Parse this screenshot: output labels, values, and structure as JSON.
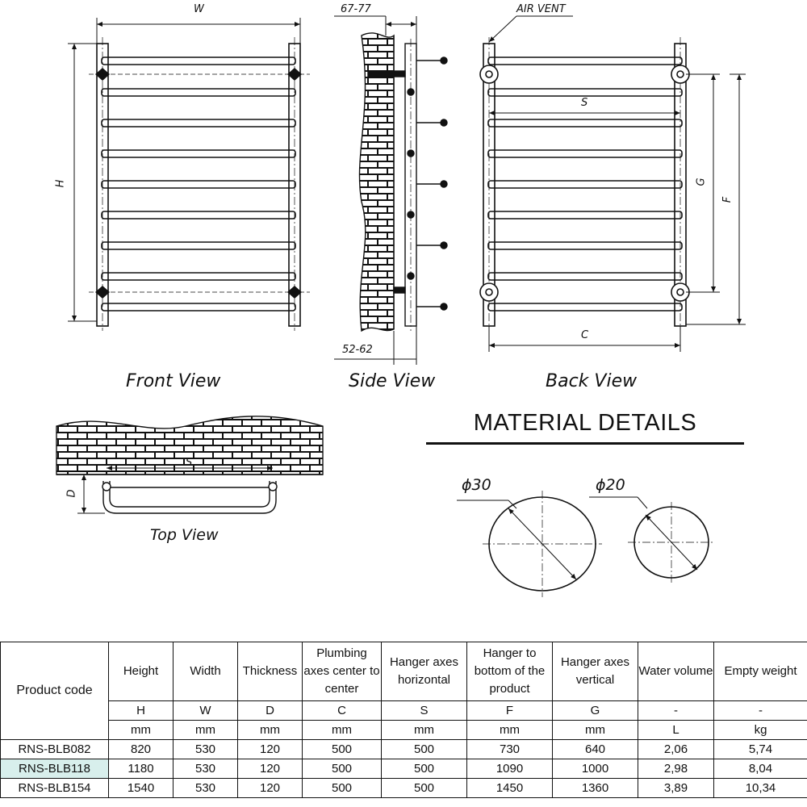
{
  "views": {
    "front": "Front View",
    "side": "Side View",
    "back": "Back View",
    "top": "Top View"
  },
  "dimensions": {
    "w": "W",
    "h": "H",
    "side_top": "67-77",
    "side_bottom": "52-62",
    "air_vent": "AIR VENT",
    "s": "S",
    "g": "G",
    "f": "F",
    "c": "C",
    "d": "D",
    "top_s": "S"
  },
  "material": {
    "title": "MATERIAL DETAILS",
    "large_diameter": "ϕ30",
    "small_diameter": "ϕ20"
  },
  "table": {
    "headers": [
      "Height",
      "Width",
      "Thickness",
      "Plumbing axes center to center",
      "Hanger axes horizontal",
      "Hanger to bottom of the product",
      "Hanger axes vertical",
      "Water volume",
      "Empty weight"
    ],
    "product_code_header": "Product code",
    "symbols": [
      "H",
      "W",
      "D",
      "C",
      "S",
      "F",
      "G",
      "-",
      "-"
    ],
    "units": [
      "mm",
      "mm",
      "mm",
      "mm",
      "mm",
      "mm",
      "mm",
      "L",
      "kg"
    ],
    "rows": [
      {
        "code": "RNS-BLB082",
        "values": [
          "820",
          "530",
          "120",
          "500",
          "500",
          "730",
          "640",
          "2,06",
          "5,74"
        ]
      },
      {
        "code": "RNS-BLB118",
        "values": [
          "1180",
          "530",
          "120",
          "500",
          "500",
          "1090",
          "1000",
          "2,98",
          "8,04"
        ]
      },
      {
        "code": "RNS-BLB154",
        "values": [
          "1540",
          "530",
          "120",
          "500",
          "500",
          "1450",
          "1360",
          "3,89",
          "10,34"
        ]
      }
    ],
    "highlight_color": "#d8efec"
  }
}
